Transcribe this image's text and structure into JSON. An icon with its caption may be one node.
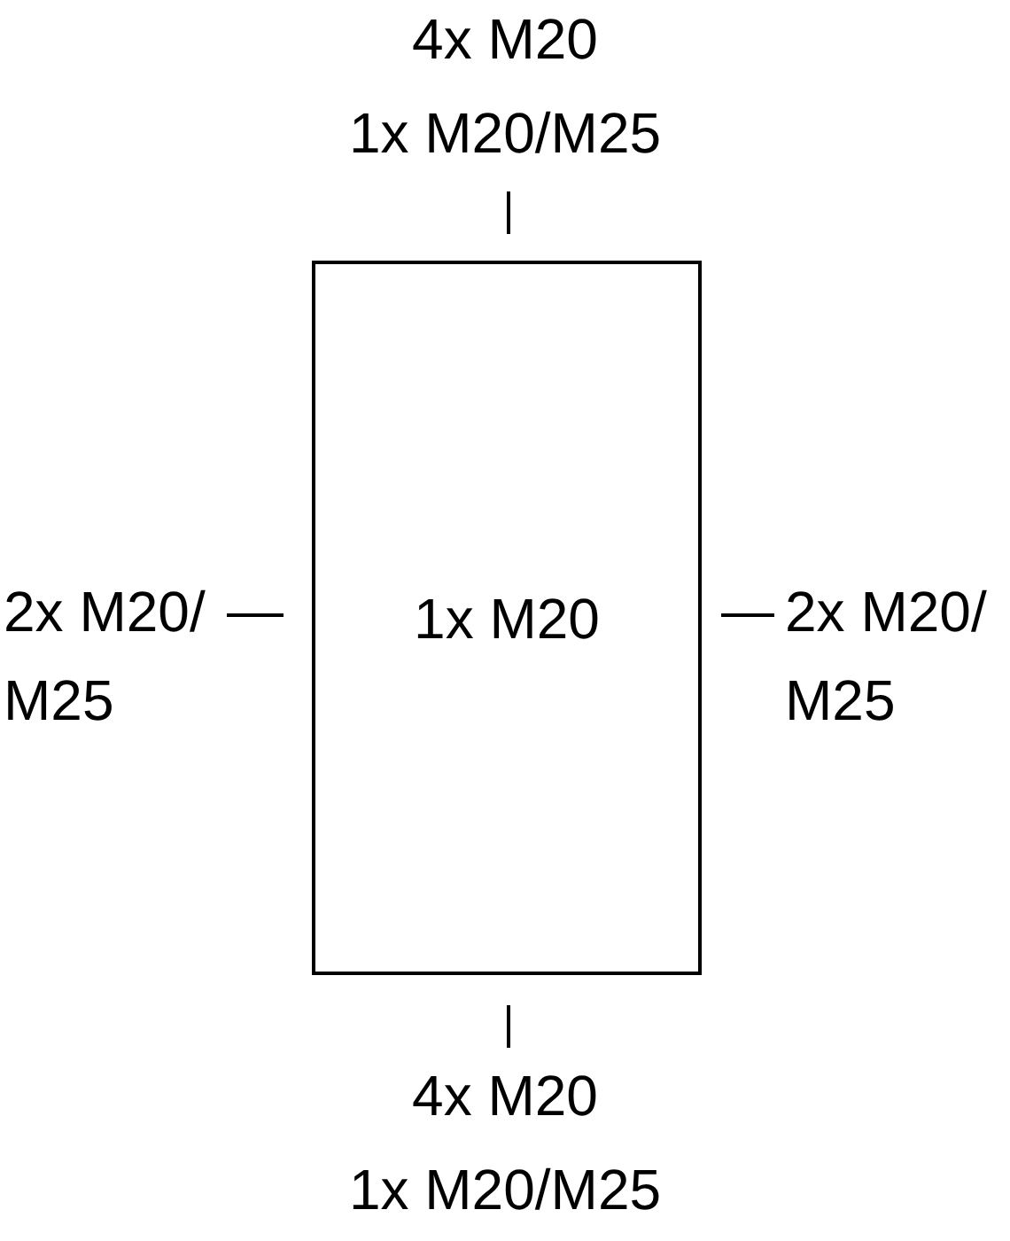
{
  "diagram": {
    "nodes": [
      {
        "text": [
          "1x M20"
        ]
      }
    ],
    "labels": [
      "4x M20",
      "1x M20/M25",
      "2x M20/ M25",
      "2x M20/ M25",
      "4x M20",
      "1x M20/M25"
    ]
  }
}
